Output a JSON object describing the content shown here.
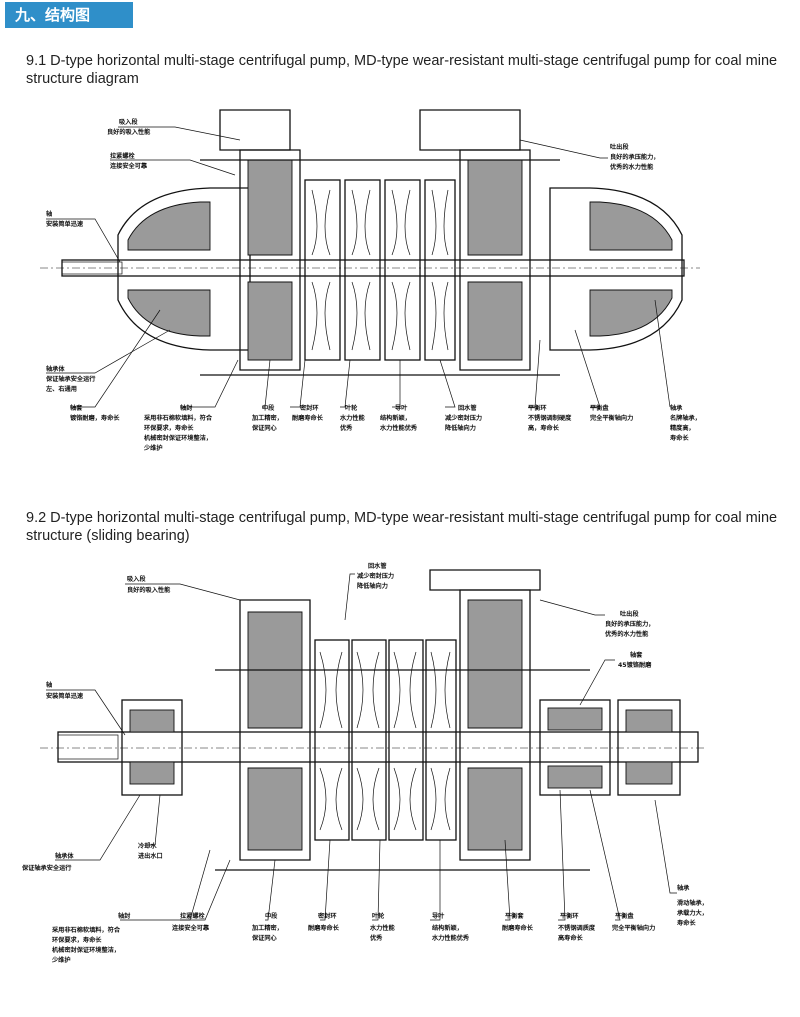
{
  "section_header": "九、结构图",
  "caption1": "9.1 D-type horizontal multi-stage centrifugal pump, MD-type wear-resistant multi-stage centrifugal pump for coal mine structure diagram",
  "caption2": "9.2 D-type horizontal multi-stage centrifugal pump, MD-type wear-resistant multi-stage centrifugal pump for coal mine structure (sliding bearing)",
  "d1": {
    "suction_t": "吸入段",
    "suction_d": "良好的吸入性能",
    "tie_t": "拉紧螺栓",
    "tie_d": "连接安全可靠",
    "shaft_t": "轴",
    "shaft_d": "安装简单迅速",
    "discharge_t": "吐出段",
    "discharge_d1": "良好的承压能力，",
    "discharge_d2": "优秀的水力性能",
    "bearing_body_t": "轴承体",
    "bearing_body_d1": "保证轴承安全运行",
    "bearing_body_d2": "左、右通用",
    "sleeve_t": "轴套",
    "sleeve_d": "镀铬耐磨，寿命长",
    "seal_t": "轴封",
    "seal_d1": "采用非石棉软填料，符合",
    "seal_d2": "环保要求，寿命长",
    "seal_d3": "机械密封保证环境整洁，",
    "seal_d4": "少维护",
    "middle_t": "中段",
    "middle_d1": "加工精密，",
    "middle_d2": "保证同心",
    "ring_t": "密封环",
    "ring_d": "耐磨寿命长",
    "impeller_t": "叶轮",
    "impeller_d1": "水力性能",
    "impeller_d2": "优秀",
    "guide_t": "导叶",
    "guide_d1": "结构新颖，",
    "guide_d2": "水力性能优秀",
    "return_t": "回水管",
    "return_d1": "减少密封压力",
    "return_d2": "降低轴向力",
    "bal_ring_t": "平衡环",
    "bal_ring_d1": "不锈钢调制硬度",
    "bal_ring_d2": "高，寿命长",
    "bal_disc_t": "平衡盘",
    "bal_disc_d": "完全平衡轴向力",
    "bearing_t": "轴承",
    "bearing_d1": "名牌轴承，",
    "bearing_d2": "精度高，",
    "bearing_d3": "寿命长"
  },
  "d2": {
    "suction_t": "吸入段",
    "suction_d": "良好的吸入性能",
    "return_t": "回水管",
    "return_d1": "减少密封压力",
    "return_d2": "降低轴向力",
    "discharge_t": "吐出段",
    "discharge_d1": "良好的承压能力，",
    "discharge_d2": "优秀的水力性能",
    "shaft_t": "轴",
    "shaft_d": "安装简单迅速",
    "sleeve_t": "轴套",
    "sleeve_d": "45镀铬耐磨",
    "cool_t1": "冷却水",
    "cool_t2": "进出水口",
    "bearing_body_t": "轴承体",
    "bearing_body_d": "保证轴承安全运行",
    "bearing_t": "轴承",
    "bearing_d1": "滑动轴承，",
    "bearing_d2": "承载力大，",
    "bearing_d3": "寿命长",
    "seal_t": "轴封",
    "seal_d1": "采用非石棉软填料，符合",
    "seal_d2": "环保要求，寿命长",
    "seal_d3": "机械密封保证环境整洁，",
    "seal_d4": "少维护",
    "tie_t": "拉紧螺栓",
    "tie_d": "连接安全可靠",
    "middle_t": "中段",
    "middle_d1": "加工精密，",
    "middle_d2": "保证同心",
    "ring_t": "密封环",
    "ring_d": "耐磨寿命长",
    "impeller_t": "叶轮",
    "impeller_d1": "水力性能",
    "impeller_d2": "优秀",
    "guide_t": "导叶",
    "guide_d1": "结构新颖，",
    "guide_d2": "水力性能优秀",
    "bal_sleeve_t": "平衡套",
    "bal_sleeve_d": "耐磨寿命长",
    "bal_ring_t": "平衡环",
    "bal_ring_d1": "不锈钢调质度",
    "bal_ring_d2": "高寿命长",
    "bal_disc_t": "平衡盘",
    "bal_disc_d": "完全平衡轴向力"
  }
}
